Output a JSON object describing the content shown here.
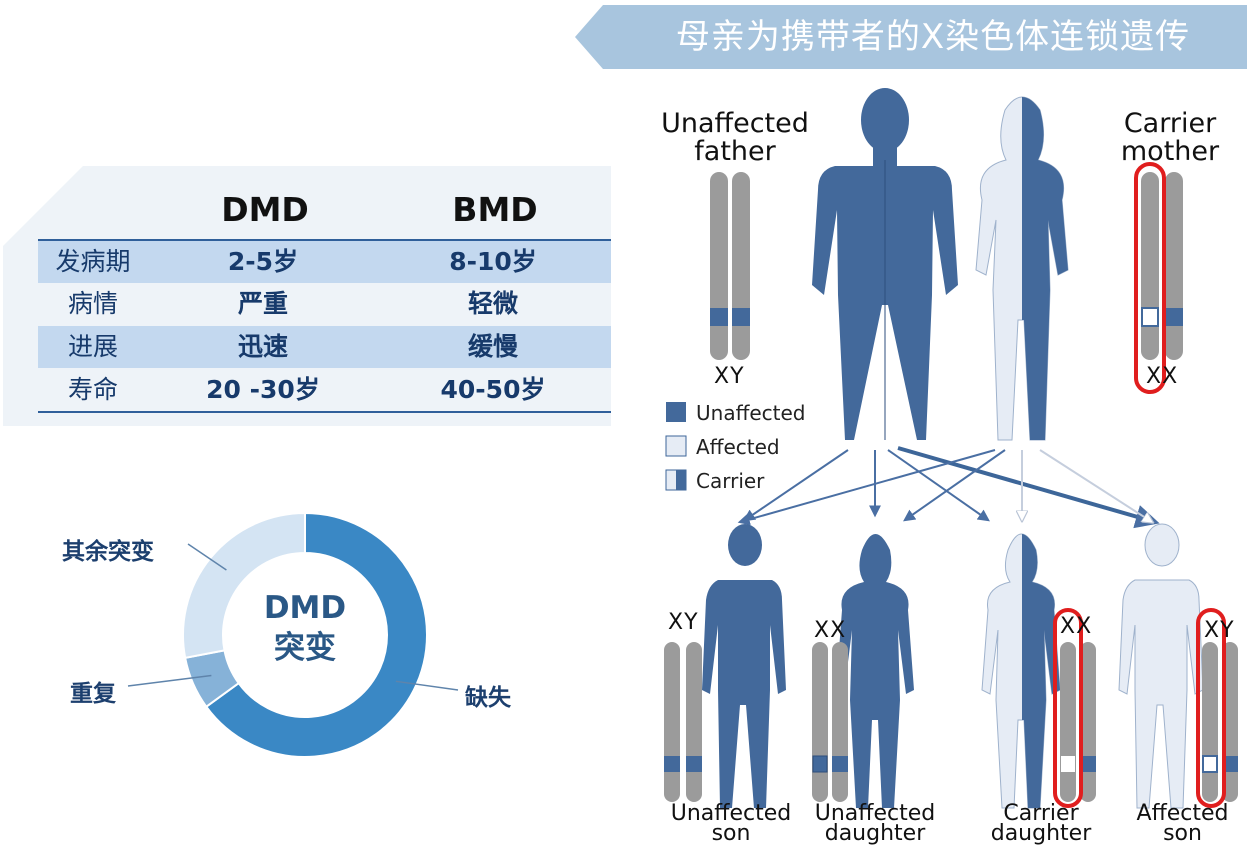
{
  "banner": {
    "title": "母亲为携带者的X染色体连锁遗传"
  },
  "table": {
    "headers": [
      "DMD",
      "BMD"
    ],
    "rows": [
      {
        "label": "发病期",
        "dmd": "2-5岁",
        "bmd": "8-10岁"
      },
      {
        "label": "病情",
        "dmd": "严重",
        "bmd": "轻微"
      },
      {
        "label": "进展",
        "dmd": "迅速",
        "bmd": "缓慢"
      },
      {
        "label": "寿命",
        "dmd": "20 -30岁",
        "bmd": "40-50岁"
      }
    ]
  },
  "donut": {
    "center_line1": "DMD",
    "center_line2": "突变",
    "labels": {
      "rest": "其余突变",
      "dup": "重复",
      "del": "缺失"
    }
  },
  "chart_data": {
    "type": "pie",
    "categories": [
      "缺失",
      "重复",
      "其余突变"
    ],
    "values": [
      65,
      7,
      28
    ]
  },
  "colors": {
    "dark_blue": "#43699b",
    "light_blue": "#e6ecf5",
    "accent": "#3a88c5",
    "highlight": "#e01e1e"
  },
  "diagram": {
    "father": {
      "label_line1": "Unaffected",
      "label_line2": "father",
      "chrom": "XY"
    },
    "mother": {
      "label_line1": "Carrier",
      "label_line2": "mother",
      "chrom": "XX"
    },
    "legend": [
      "Unaffected",
      "Affected",
      "Carrier"
    ],
    "children": [
      {
        "line1": "Unaffected",
        "line2": "son",
        "chrom": "XY"
      },
      {
        "line1": "Unaffected",
        "line2": "daughter",
        "chrom": "XX"
      },
      {
        "line1": "Carrier",
        "line2": "daughter",
        "chrom": "XX"
      },
      {
        "line1": "Affected",
        "line2": "son",
        "chrom": "XY"
      }
    ]
  }
}
